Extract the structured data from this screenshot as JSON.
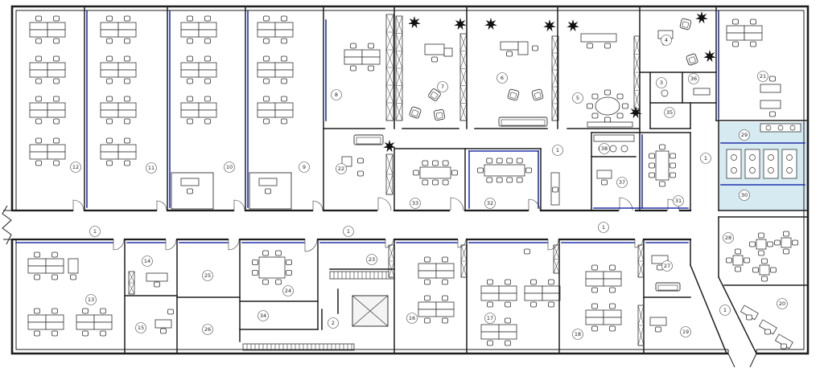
{
  "plan": {
    "rooms": [
      {
        "number": "12"
      },
      {
        "number": "11"
      },
      {
        "number": "10"
      },
      {
        "number": "9"
      },
      {
        "number": "8"
      },
      {
        "number": "7"
      },
      {
        "number": "6"
      },
      {
        "number": "5"
      },
      {
        "number": "4"
      },
      {
        "number": "3"
      },
      {
        "number": "36"
      },
      {
        "number": "35"
      },
      {
        "number": "21"
      },
      {
        "number": "22"
      },
      {
        "number": "33"
      },
      {
        "number": "32"
      },
      {
        "number": "38"
      },
      {
        "number": "37"
      },
      {
        "number": "31"
      },
      {
        "number": "29"
      },
      {
        "number": "30"
      },
      {
        "number": "13"
      },
      {
        "number": "14"
      },
      {
        "number": "15"
      },
      {
        "number": "25"
      },
      {
        "number": "26"
      },
      {
        "number": "24"
      },
      {
        "number": "34"
      },
      {
        "number": "23"
      },
      {
        "number": "2"
      },
      {
        "number": "16"
      },
      {
        "number": "17"
      },
      {
        "number": "18"
      },
      {
        "number": "27"
      },
      {
        "number": "19"
      },
      {
        "number": "28"
      },
      {
        "number": "20"
      }
    ],
    "corridors": [
      {
        "number": "1"
      },
      {
        "number": "1"
      },
      {
        "number": "1"
      },
      {
        "number": "1"
      },
      {
        "number": "1"
      },
      {
        "number": "1"
      }
    ]
  },
  "colors": {
    "wall": "#1e1e1e",
    "partition": "#2233aa",
    "glass": "#d6eaf2",
    "ink": "#333333"
  },
  "icons": [
    "plant-icon",
    "office-chair",
    "lounge-chair",
    "sofa",
    "storage-cabinet",
    "stair-flight",
    "elevator-shaft",
    "door-swing"
  ]
}
